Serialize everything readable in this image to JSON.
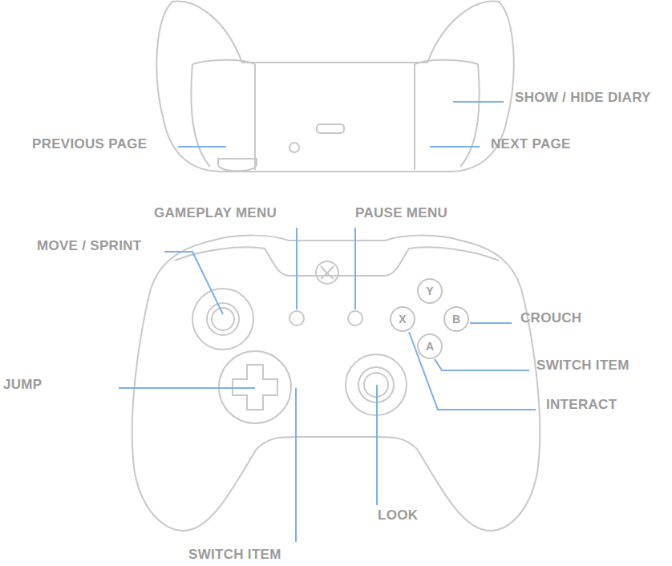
{
  "diagram": {
    "nodes": [
      {
        "text": [
          "Y"
        ]
      },
      {
        "text": [
          "X"
        ]
      },
      {
        "text": [
          "B"
        ]
      },
      {
        "text": [
          "A"
        ]
      }
    ],
    "labels": [
      "SHOW / HIDE DIARY",
      "PREVIOUS PAGE",
      "NEXT PAGE",
      "GAMEPLAY MENU",
      "PAUSE MENU",
      "MOVE / SPRINT",
      "CROUCH",
      "SWITCH ITEM",
      "JUMP",
      "INTERACT",
      "LOOK",
      "SWITCH ITEM"
    ]
  }
}
